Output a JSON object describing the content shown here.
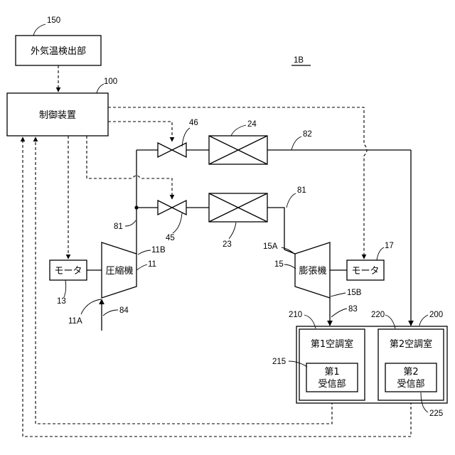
{
  "system_label": "1B",
  "boxes": {
    "outside_temp": "外気温検出部",
    "controller": "制御装置",
    "compressor": "圧縮機",
    "expander": "膨張機",
    "motor_left": "モータ",
    "motor_right": "モータ",
    "room1": "第1空調室",
    "room2": "第2空調室",
    "receiver1_line1": "第1",
    "receiver1_line2": "受信部",
    "receiver2_line1": "第2",
    "receiver2_line2": "受信部"
  },
  "refs": {
    "r150": "150",
    "r100": "100",
    "r46": "46",
    "r24": "24",
    "r82": "82",
    "r81a": "81",
    "r81b": "81",
    "r45": "45",
    "r23": "23",
    "r11B": "11B",
    "r11": "11",
    "r13": "13",
    "r11A": "11A",
    "r84": "84",
    "r15A": "15A",
    "r15": "15",
    "r17": "17",
    "r15B": "15B",
    "r83": "83",
    "r210": "210",
    "r220": "220",
    "r200": "200",
    "r215": "215",
    "r225": "225"
  }
}
